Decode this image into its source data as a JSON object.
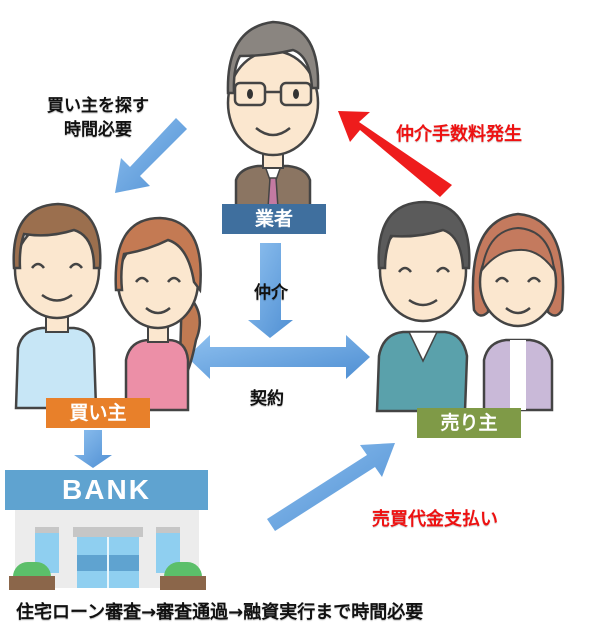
{
  "annotations": {
    "buyer_search_line1": "買い主を探す",
    "buyer_search_line2": "時間必要",
    "commission": "仲介手数料発生",
    "mediation": "仲介",
    "contract": "契約",
    "payment": "売買代金支払い",
    "loan_process": "住宅ローン審査→審査通過→融資実行まで時間必要"
  },
  "labels": {
    "agent": "業者",
    "buyer": "買い主",
    "seller": "売り主",
    "bank": "BANK"
  },
  "colors": {
    "agent_label": "#3f6f9e",
    "buyer_label": "#e8802a",
    "seller_label": "#7f9a47",
    "bank_sign": "#5fa3d0",
    "blue_arrow": "#6aa7e0",
    "red_arrow": "#ee1c1c",
    "red_text": "#ee1111"
  }
}
